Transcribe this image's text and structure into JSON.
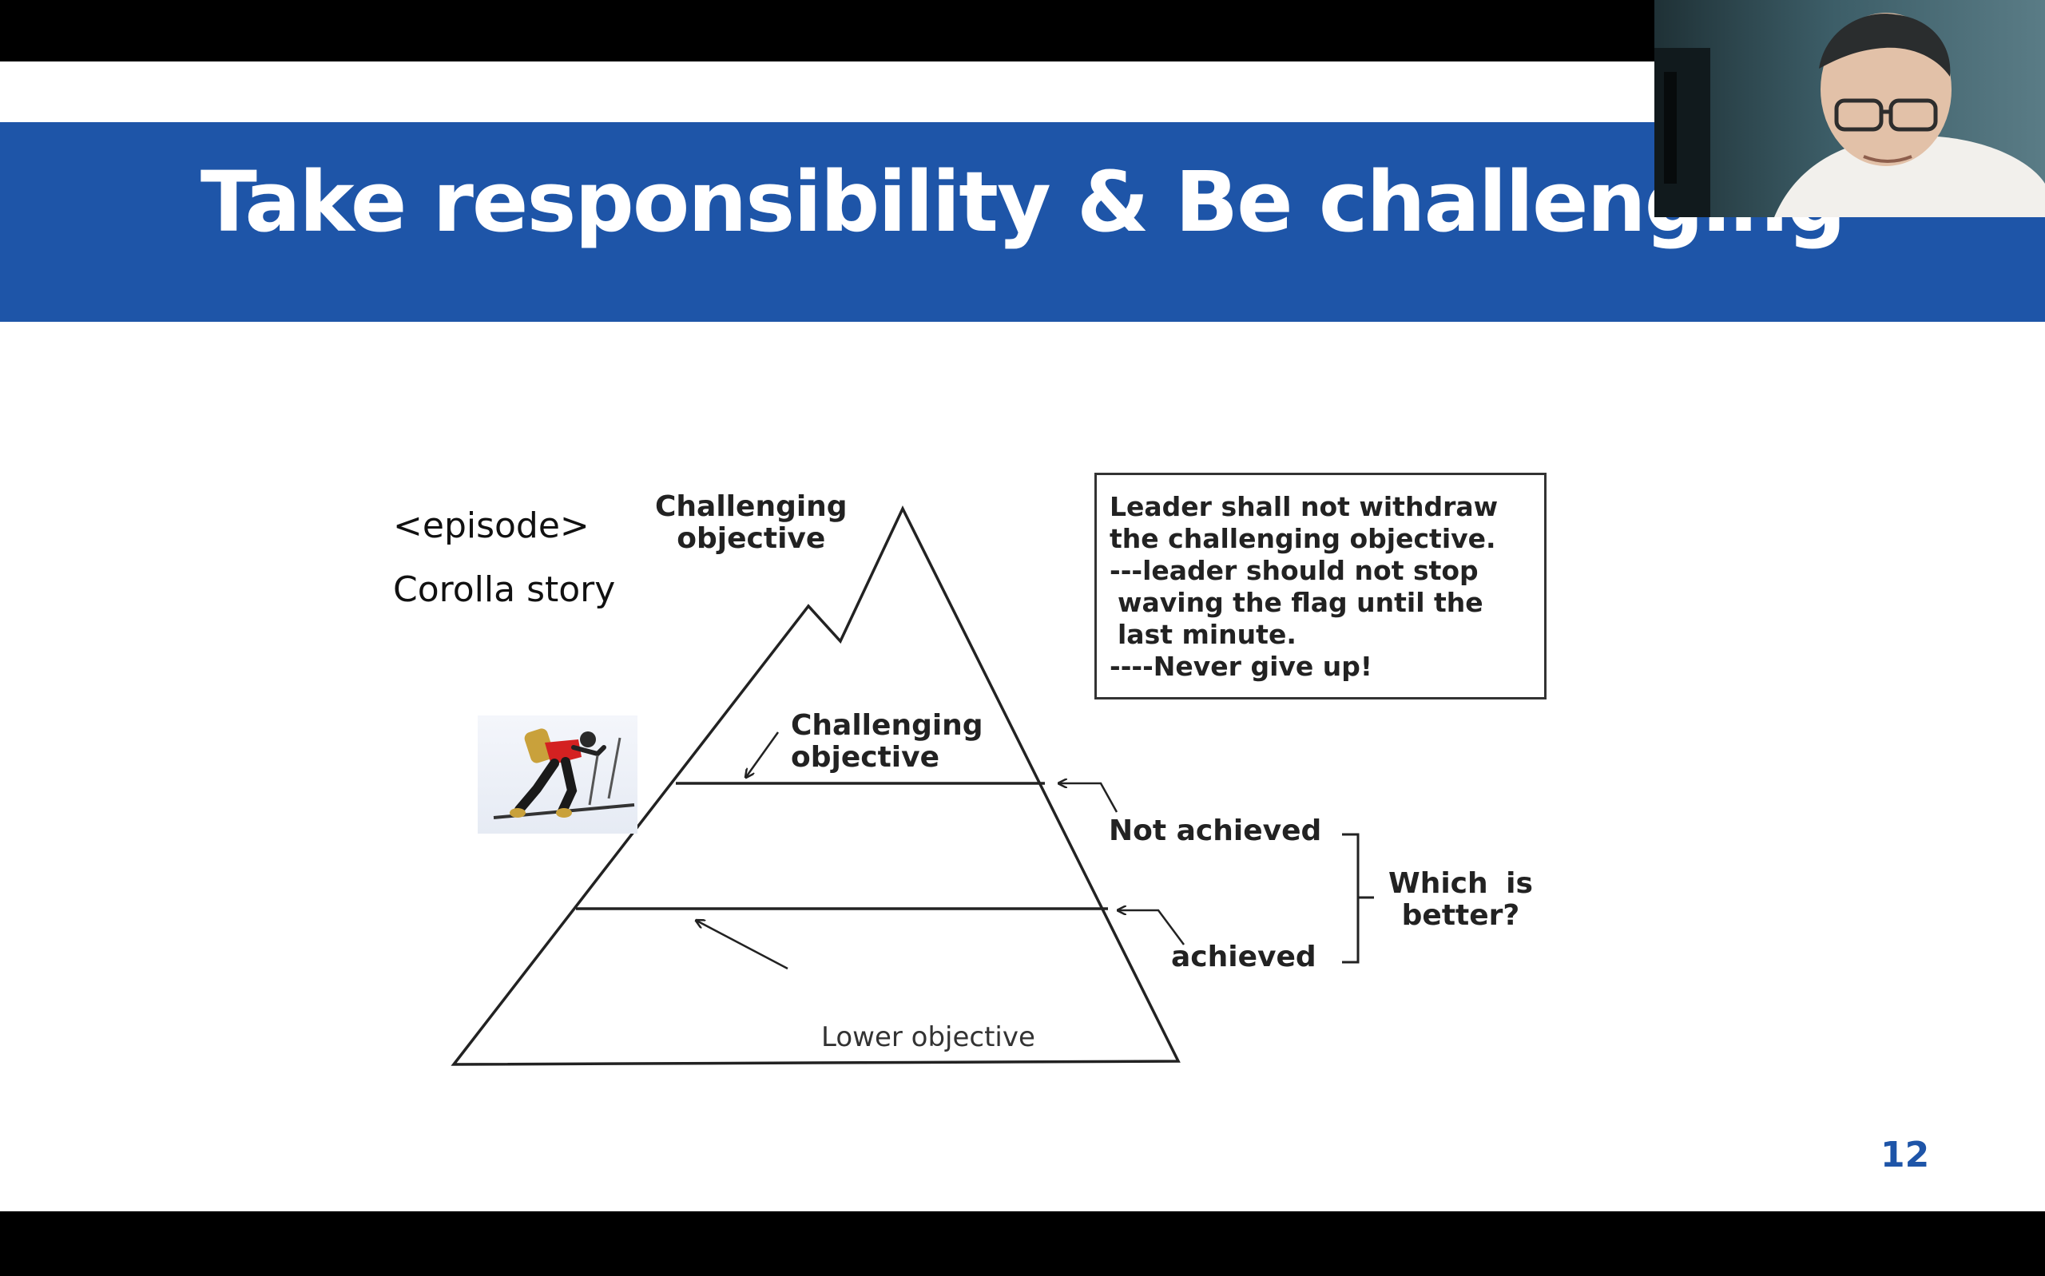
{
  "slide": {
    "title": "Take responsibility & Be challenging",
    "episode_label": "<episode>",
    "story_label": "Corolla story",
    "page_number": "12"
  },
  "diagram": {
    "peak_label": [
      "Challenging",
      "objective"
    ],
    "inner_label": [
      "Challenging",
      "objective"
    ],
    "not_achieved": "Not achieved",
    "achieved": "achieved",
    "which_better": [
      "Which is",
      "better?"
    ],
    "lower_objective": "Lower objective"
  },
  "note": {
    "lines": [
      "Leader shall not withdraw",
      "the challenging objective.",
      "---leader should not stop",
      "waving the flag until the",
      "last minute.",
      "----Never give up!"
    ]
  },
  "colors": {
    "title_band": "#1e55a8",
    "page_number": "#1e55a8",
    "letterbox": "#000000"
  },
  "icons": {
    "skier": "skier-image",
    "webcam": "presenter-video-thumbnail"
  }
}
